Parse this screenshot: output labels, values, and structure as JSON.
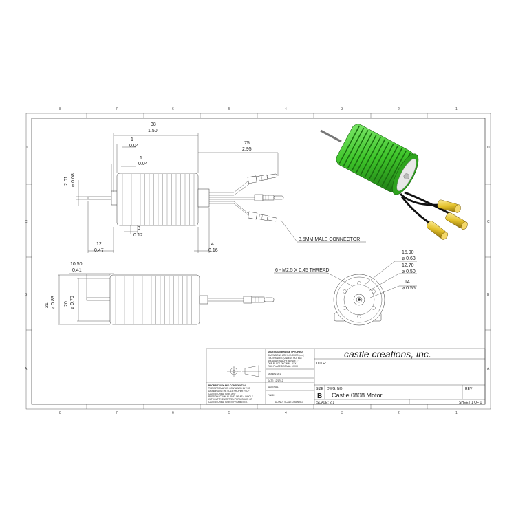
{
  "zones": {
    "columns": [
      "8",
      "7",
      "6",
      "5",
      "4",
      "3",
      "2",
      "1"
    ],
    "rows": [
      "D",
      "C",
      "B",
      "A"
    ]
  },
  "dimensions": {
    "overall_length": {
      "mm": "38",
      "in": "1.50"
    },
    "shaft_step_1": {
      "mm": "1",
      "in": "0.04"
    },
    "shaft_step_2": {
      "mm": "1",
      "in": "0.04"
    },
    "lead_length": {
      "mm": "75",
      "in": "2.95"
    },
    "shaft_dia": {
      "mm": "2.01",
      "in": "⌀ 0.08"
    },
    "fin_offset": {
      "mm": "3",
      "in": "0.12"
    },
    "shaft_length": {
      "mm": "12",
      "in": "0.47"
    },
    "boss_length": {
      "mm": "4",
      "in": "0.16"
    },
    "side_shaft_length": {
      "mm": "10.50",
      "in": "0.41"
    },
    "body_dia": {
      "mm": "21",
      "in": "⌀ 0.83"
    },
    "can_dia": {
      "mm": "20",
      "in": "⌀ 0.79"
    },
    "bolt_circle": {
      "mm": "15.90",
      "in": "⌀ 0.63"
    },
    "pilot_dia": {
      "mm": "12.70",
      "in": "⌀ 0.50"
    },
    "hub_dia": {
      "mm": "14",
      "in": "⌀ 0.55"
    }
  },
  "callouts": {
    "connector": "3.5MM MALE CONNECTOR",
    "thread": "6 - M2.5 X 0.45 THREAD"
  },
  "title_block": {
    "unless_title": "UNLESS OTHERWISE SPECIFIED:",
    "unless_lines": [
      "DIMENSIONS ARE IN INCHES [mm]",
      "TOLERANCES (UNLESS NOTED):",
      "ANGULAR: MACH± BEND ± 1°",
      "ONE PLACE DECIMAL  .XXX",
      "TWO PLACE DECIMAL  .XXXX"
    ],
    "drawn_label": "DRAWN: JCV",
    "date_label": "DATE: 12/17/12",
    "material_label": "MATERIAL:",
    "finish_label": "FINISH",
    "no_scale": "DO NOT SCALE DRAWING",
    "proprietary_title": "PROPRIETARY AND CONFIDENTIAL",
    "proprietary_lines": [
      "THE INFORMATION CONTAINED IN THIS",
      "DRAWING IS THE SOLE PROPERTY OF",
      "CASTLE CREATIONS.  ANY",
      "REPRODUCTION IN PART OR AS A WHOLE",
      "WITHOUT THE WRITTEN PERMISSION OF",
      "CASTLE CREATIONS IS PROHIBITED."
    ],
    "company": "castle creations, inc.",
    "title_label": "TITLE:",
    "size_label": "SIZE",
    "size_value": "B",
    "dwg_label": "DWG.  NO.",
    "dwg_value": "Castle 0808 Motor",
    "rev_label": "REV",
    "scale_label": "SCALE: 2:1",
    "sheet_label": "SHEET 1 OF 1"
  },
  "colors": {
    "motor_green": "#3ec42a",
    "connector_gold": "#e3c12b"
  }
}
